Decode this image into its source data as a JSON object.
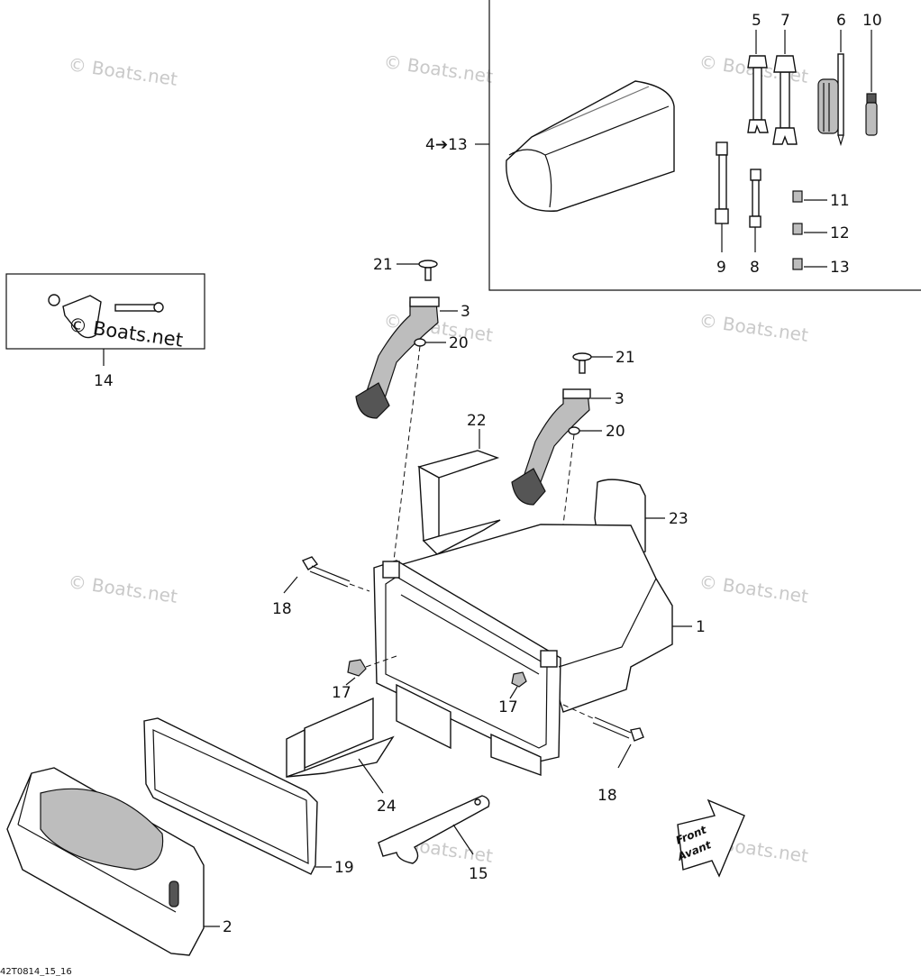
{
  "diagram": {
    "watermark": "© Boats.net",
    "footer_code": "42T0814_15_16",
    "front_arrow": {
      "line1": "Front",
      "line2": "Avant"
    },
    "callouts": {
      "c1": "1",
      "c2": "2",
      "c3a": "3",
      "c3b": "3",
      "c4_13": "4➔13",
      "c5": "5",
      "c6": "6",
      "c7": "7",
      "c8": "8",
      "c9": "9",
      "c10": "10",
      "c11": "11",
      "c12": "12",
      "c13": "13",
      "c14": "14",
      "c15": "15",
      "c17a": "17",
      "c17b": "17",
      "c18a": "18",
      "c18b": "18",
      "c19": "19",
      "c20a": "20",
      "c20b": "20",
      "c21a": "21",
      "c21b": "21",
      "c22": "22",
      "c23": "23",
      "c24": "24"
    }
  }
}
